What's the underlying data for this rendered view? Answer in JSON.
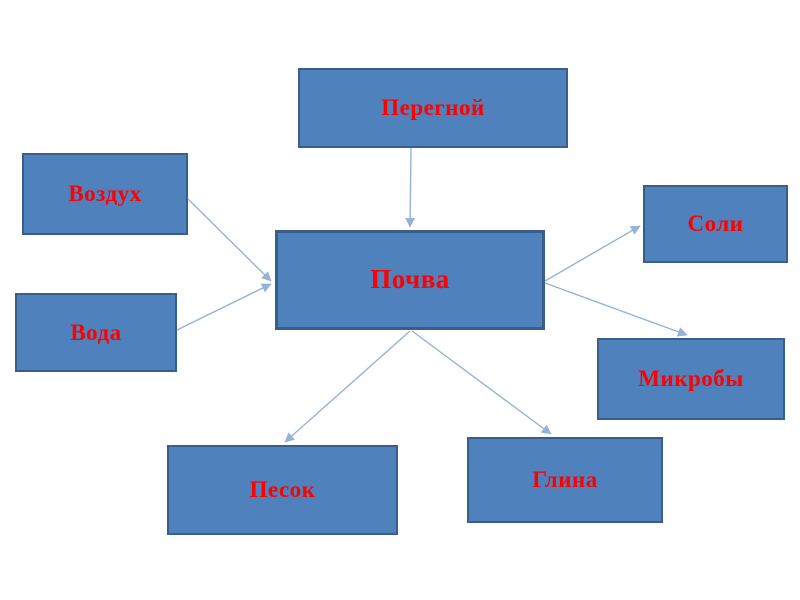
{
  "diagram": {
    "type": "concept-map",
    "language": "ru",
    "center_node": "Почва",
    "colors": {
      "page_bg": "#ffffff",
      "node_fill": "#4f81bd",
      "node_border": "#3a5e8c",
      "text_color": "#fe0000",
      "connector_color": "#95b3d7"
    },
    "nodes": [
      {
        "id": "pochva",
        "label": "Почва",
        "role": "center"
      },
      {
        "id": "peregnoy",
        "label": "Перегной",
        "role": "component"
      },
      {
        "id": "vozduh",
        "label": "Воздух",
        "role": "component"
      },
      {
        "id": "voda",
        "label": "Вода",
        "role": "component"
      },
      {
        "id": "soli",
        "label": "Соли",
        "role": "component"
      },
      {
        "id": "mikroby",
        "label": "Микробы",
        "role": "component"
      },
      {
        "id": "pesok",
        "label": "Песок",
        "role": "component"
      },
      {
        "id": "glina",
        "label": "Глина",
        "role": "component"
      }
    ],
    "edges": [
      {
        "from": "Перегной",
        "to": "Почва"
      },
      {
        "from": "Воздух",
        "to": "Почва"
      },
      {
        "from": "Вода",
        "to": "Почва"
      },
      {
        "from": "Почва",
        "to": "Соли"
      },
      {
        "from": "Почва",
        "to": "Микробы"
      },
      {
        "from": "Почва",
        "to": "Песок"
      },
      {
        "from": "Почва",
        "to": "Глина"
      }
    ]
  }
}
